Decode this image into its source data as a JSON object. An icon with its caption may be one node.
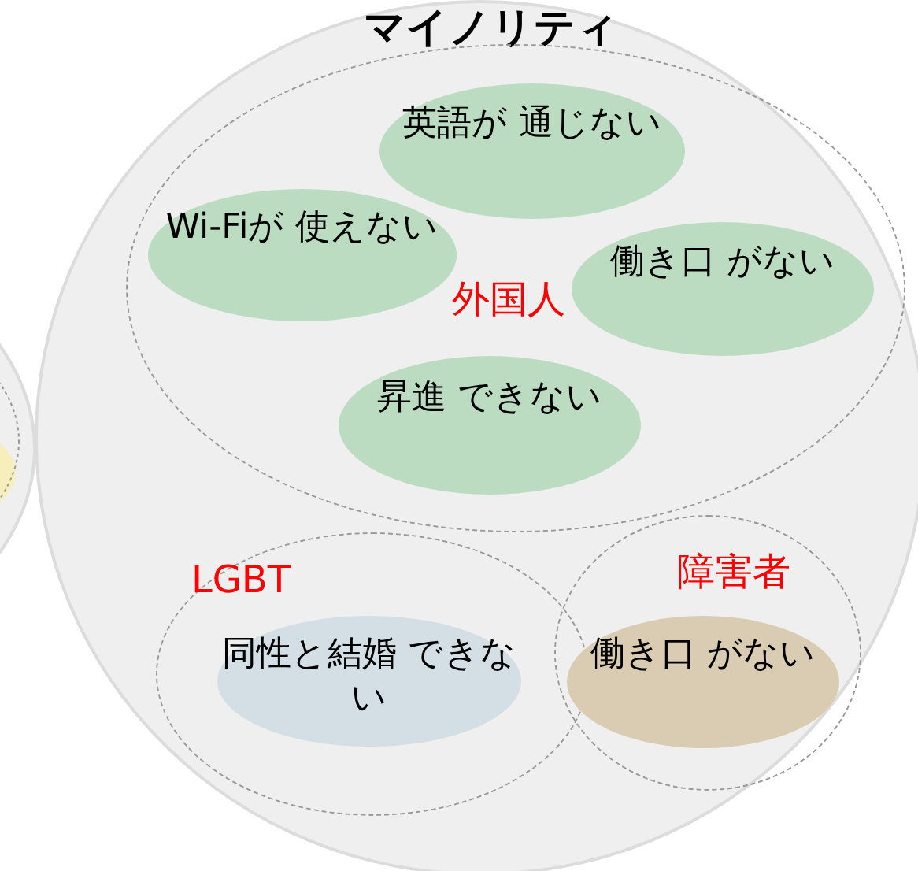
{
  "diagram": {
    "nodes": [
      {
        "text": [
          "マイノリティ"
        ]
      },
      {
        "text": [
          "外国人"
        ],
        "in": 0
      },
      {
        "text": [
          "英語が 通じない"
        ],
        "in": 1
      },
      {
        "text": [
          "Wi-Fiが 使えない"
        ],
        "in": 1
      },
      {
        "text": [
          "働き口 がない"
        ],
        "in": 1
      },
      {
        "text": [
          "昇進 できない"
        ],
        "in": 1
      },
      {
        "text": [
          "LGBT"
        ],
        "in": 0
      },
      {
        "text": [
          "同性と結婚 できない"
        ],
        "in": 6
      },
      {
        "text": [
          "障害者"
        ],
        "in": 0
      },
      {
        "text": [
          "働き口 がない"
        ],
        "in": 8
      }
    ]
  }
}
